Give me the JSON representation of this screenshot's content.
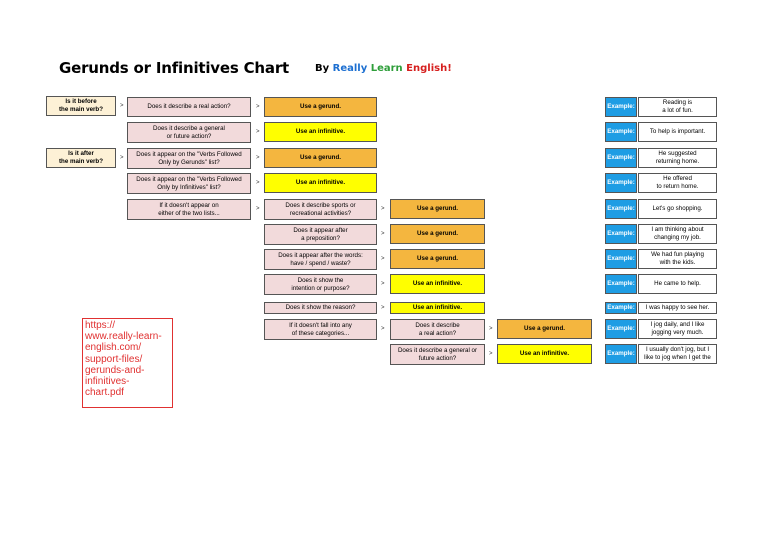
{
  "header": {
    "title": "Gerunds or Infinitives Chart",
    "byline_by": "By",
    "byline_really": "Really",
    "byline_learn": "Learn",
    "byline_english": "English!"
  },
  "colors": {
    "really": "#1c6fd1",
    "learn": "#2e9e3a",
    "english": "#d6201f",
    "gerund": "#f4b63f",
    "infinitive": "#ffff00",
    "example_label": "#1e9de4",
    "question": "#f2dadb",
    "start": "#fdf1d6"
  },
  "arrow": ">",
  "start": {
    "before": "Is it before\nthe main verb?",
    "after": "Is it after\nthe main verb?"
  },
  "questions": {
    "real_action": "Does it describe a real action?",
    "general_future": "Does it describe a general\nor future action?",
    "verbs_gerunds": "Does it appear on the \"Verbs Followed\nOnly by Gerunds\" list?",
    "verbs_infinitives": "Does it appear on the \"Verbs Followed\nOnly by Infinitives\" list?",
    "not_on_lists": "If it doesn't appear on\neither of the two lists...",
    "sports": "Does it describe sports or\nrecreational activities?",
    "preposition": "Does it appear after\na preposition?",
    "have_spend_waste": "Does it appear after the words:\nhave / spend / waste?",
    "intention": "Does it show the\nintention or purpose?",
    "reason": "Does it show the reason?",
    "no_category": "If it doesn't fall into any\nof these categories...",
    "real_action_2": "Does it describe\na real action?",
    "general_future_2": "Does it describe a general or\nfuture action?"
  },
  "answers": {
    "gerund": "Use a gerund.",
    "infinitive": "Use an infinitive."
  },
  "examples": {
    "label": "Example:",
    "e1": "Reading is\na lot of fun.",
    "e2": "To help is important.",
    "e3": "He suggested\nreturning home.",
    "e4": "He offered\nto return home.",
    "e5": "Let's go shopping.",
    "e6": "I am thinking about\nchanging my job.",
    "e7": "We had fun playing\nwith the kids.",
    "e8": "He came to help.",
    "e9": "I was happy to see her.",
    "e10": "I jog daily, and I like\njogging very much.",
    "e11": "I usually don't jog, but I\nlike to jog when I get the"
  },
  "url_note": "https://\nwww.really-learn-\nenglish.com/\nsupport-files/\ngerunds-and-\ninfinitives-\nchart.pdf"
}
